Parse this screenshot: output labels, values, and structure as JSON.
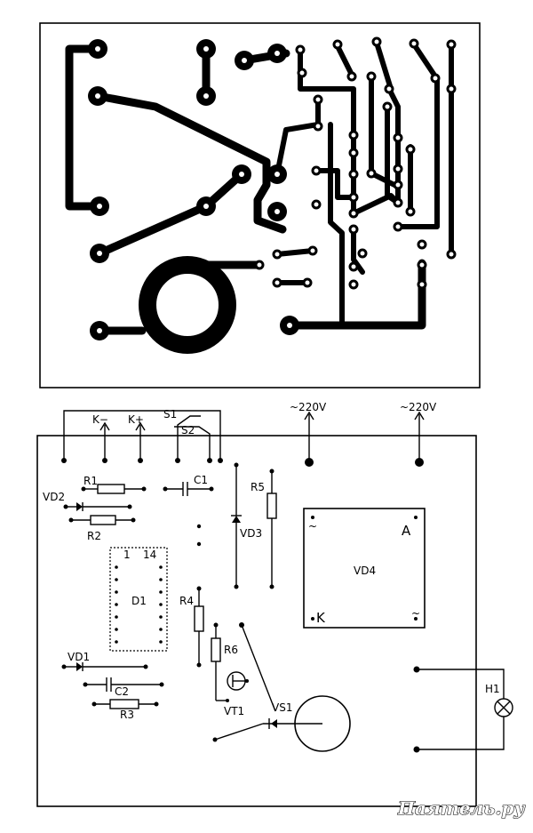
{
  "labels": {
    "k_minus": "K−",
    "k_plus": "K+",
    "s1": "S1",
    "s2": "S2",
    "ac_left": "~220V",
    "ac_right": "~220V",
    "r1": "R1",
    "c1": "C1",
    "r5": "R5",
    "vd2": "VD2",
    "r2": "R2",
    "vd3": "VD3",
    "d1_pin1": "1",
    "d1_pin14": "14",
    "d1": "D1",
    "r4": "R4",
    "r6": "R6",
    "vd1": "VD1",
    "c2": "C2",
    "r3": "R3",
    "vt1": "VT1",
    "vs1": "VS1",
    "vd4": "VD4",
    "vd4_a": "A",
    "vd4_k": "K",
    "vd4_tilde1": "~",
    "vd4_tilde2": "~",
    "h1": "H1"
  },
  "watermark": "Паятель.ру"
}
